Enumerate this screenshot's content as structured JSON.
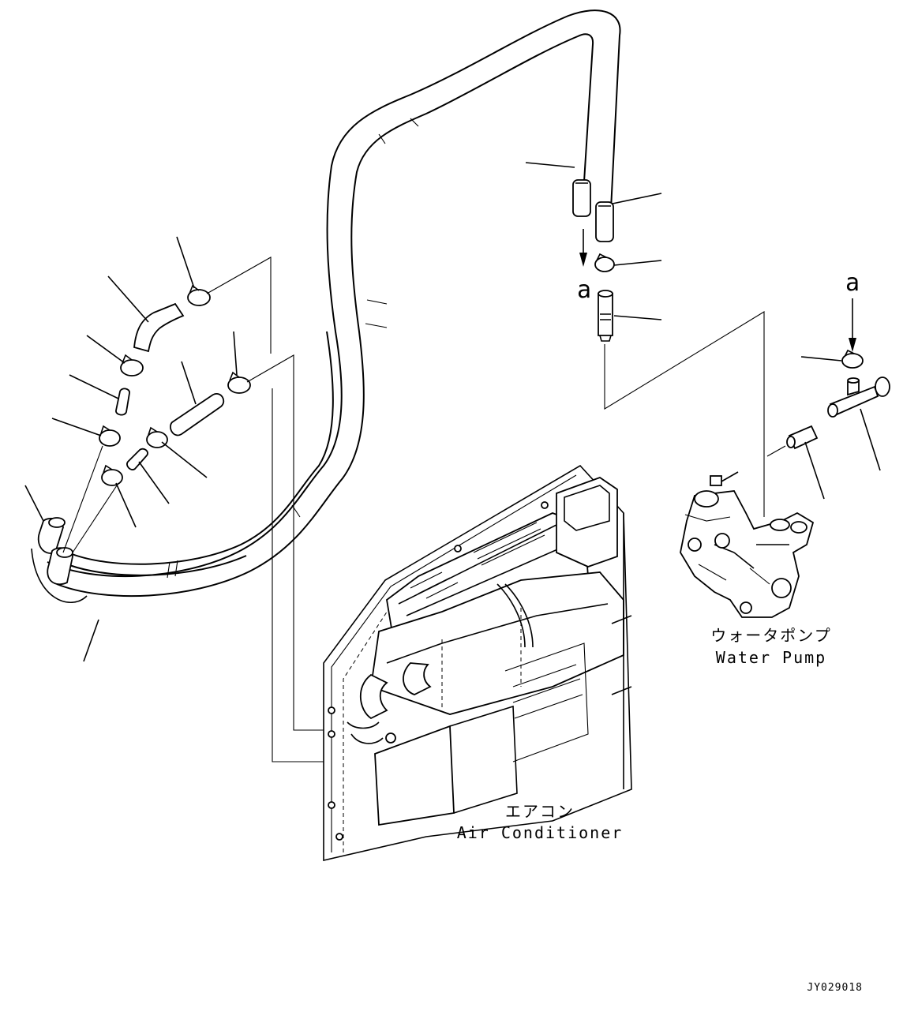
{
  "labels": {
    "ref_a_top": "a",
    "ref_a_right": "a",
    "water_pump_jp": "ウォータポンプ",
    "water_pump_en": "Water Pump",
    "air_conditioner_jp": "エアコン",
    "air_conditioner_en": "Air Conditioner",
    "drawing_code": "JY029018"
  }
}
